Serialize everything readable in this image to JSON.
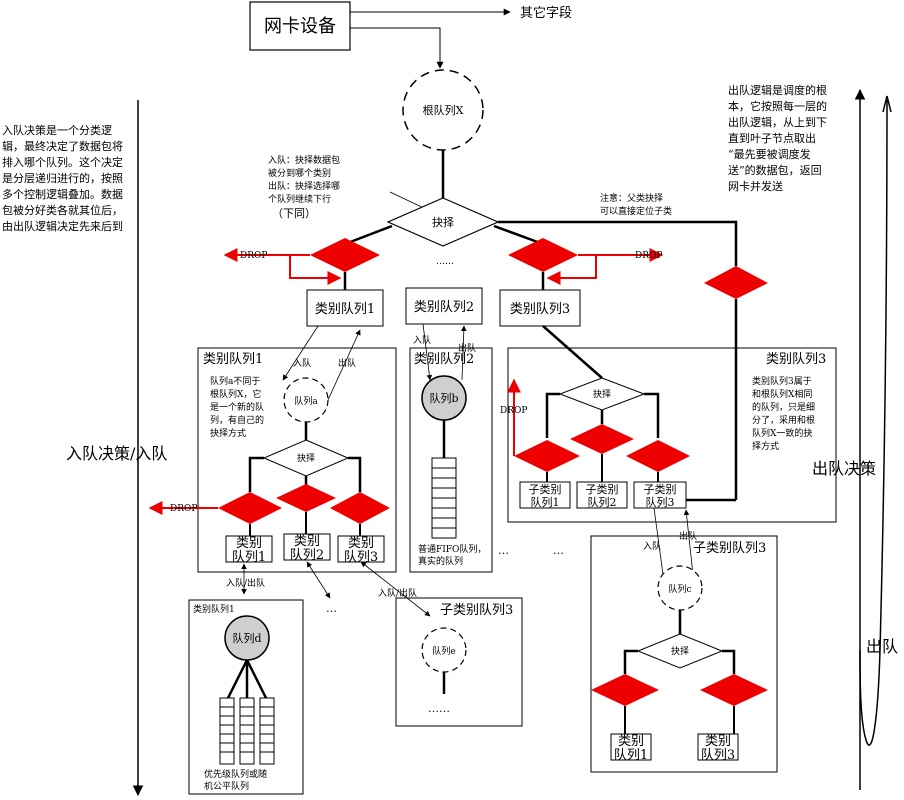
{
  "nic": "网卡设备",
  "other_fields": "其它字段",
  "root_queue": "根队列X",
  "left_note": [
    "入队决策是一个分类逻",
    "辑，最终决定了数据包将",
    "排入哪个队列。这个决定",
    "是分层递归进行的，按照",
    "多个控制逻辑叠加。数据",
    "包被分好类各就其位后，",
    "由出队逻辑决定先来后到"
  ],
  "right_note": [
    "出队逻辑是调度的根",
    "本，它按照每一层的",
    "出队逻辑，从上到下",
    "直到叶子节点取出",
    "“最先要被调度发",
    "送”的数据包，返回",
    "网卡并发送"
  ],
  "enqueue_note": [
    "入队：抉择数据包",
    "被分到哪个类别",
    "出队：抉择选择哪",
    "个队列继续下行"
  ],
  "same_below": "（下同）",
  "parent_note": [
    "注意：父类抉择",
    "可以直接定位子类"
  ],
  "choose": "抉择",
  "drop": "DROP",
  "dots_short": "……",
  "dots": "…",
  "dots_long": "……",
  "enqueue": "入队",
  "dequeue": "出队",
  "enqueue_dequeue": "入队/出队",
  "class_q1": "类别队列1",
  "class_q2": "类别队列2",
  "class_q3": "类别队列3",
  "sub_class_q3": "子类别队列3",
  "sub_q1": [
    "子类别",
    "队列1"
  ],
  "sub_q2": [
    "子类别",
    "队列2"
  ],
  "sub_q3": [
    "子类别",
    "队列3"
  ],
  "box1_note": [
    "队列a不同于",
    "根队列X，它",
    "是一个新的队",
    "列，有自己的",
    "抉择方式"
  ],
  "queue_a": "队列a",
  "queue_b": "队列b",
  "queue_c": "队列c",
  "queue_d": "队列d",
  "queue_e": "队列e",
  "cls1": [
    "类别",
    "队列1"
  ],
  "cls2": [
    "类别",
    "队列2"
  ],
  "cls3": [
    "类别",
    "队列3"
  ],
  "fifo_note": [
    "普通FIFO队列，",
    "真实的队列"
  ],
  "box3_note": [
    "类别队列3属于",
    "和根队列X相同",
    "的队列，只是细",
    "分了，采用和根",
    "队列X一致的抉",
    "择方式"
  ],
  "prio_note": [
    "优先级队列或随",
    "机公平队列"
  ],
  "enqueue_decision": "入队决策/入队",
  "dequeue_decision": "出队决策",
  "dequeue_short": "出队"
}
